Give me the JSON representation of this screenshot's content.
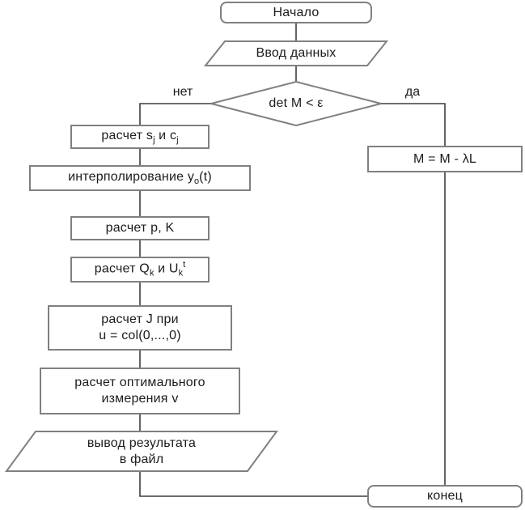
{
  "diagram": {
    "type": "flowchart",
    "language": "ru"
  },
  "colors": {
    "shape_border": "#808080",
    "connector": "#3d3d3d",
    "text": "#1c1c1c",
    "background": "#ffffff"
  },
  "nodes": {
    "start": {
      "label": "Начало"
    },
    "input": {
      "label": "Ввод данных"
    },
    "decision": {
      "label": "det M < ε"
    },
    "branch": {
      "no": "нет",
      "yes": "да"
    },
    "calc_sc": {
      "p1": "расчет s",
      "sub1": "j",
      "p2": " и c",
      "sub2": "j"
    },
    "interp": {
      "p1": "интерполирование y",
      "sub1": "o",
      "p2": "(t)"
    },
    "calc_pk": {
      "label": "расчет p, K"
    },
    "calc_qu": {
      "p1": "расчет Q",
      "sub1": "k",
      "p2": " и U",
      "sub2": "k",
      "sup1": "t"
    },
    "calc_j": {
      "line1": "расчет J при",
      "line2": "u = col(0,...,0)"
    },
    "calc_v": {
      "line1": "расчет оптимального",
      "line2": "измерения v"
    },
    "output": {
      "line1": "вывод результата",
      "line2": "в файл"
    },
    "m_update": {
      "label": "M = M - λL"
    },
    "end": {
      "label": "конец"
    }
  }
}
